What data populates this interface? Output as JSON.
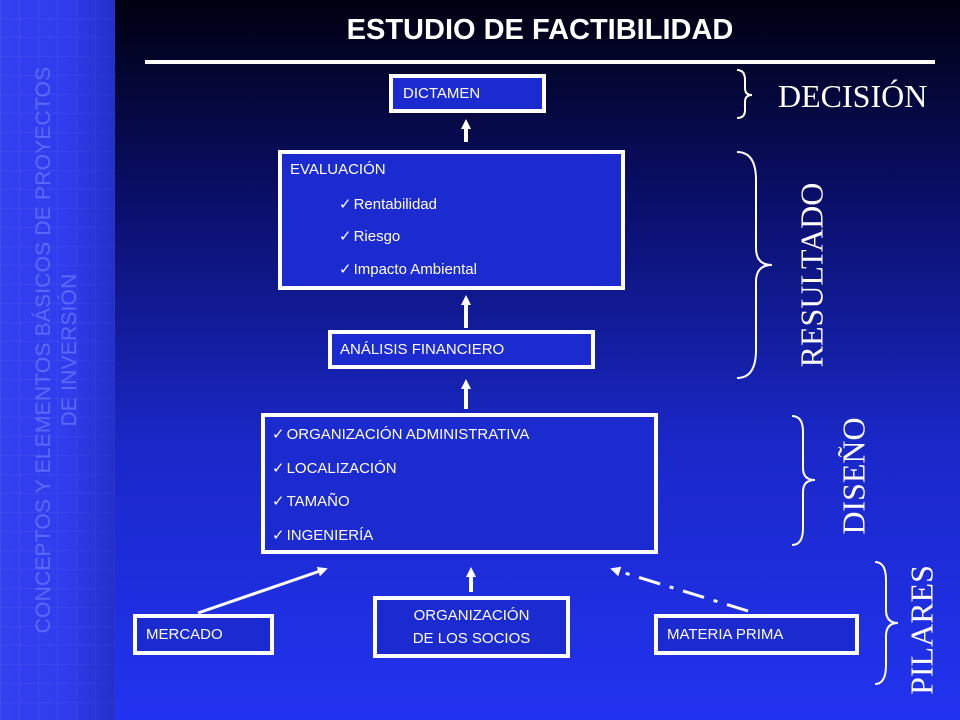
{
  "sidebar": {
    "text_line1": "CONCEPTOS Y ELEMENTOS BÁSICOS DE PROYECTOS",
    "text_line2": "DE INVERSIÓN"
  },
  "title": "ESTUDIO DE FACTIBILIDAD",
  "boxes": {
    "dictamen": "DICTAMEN",
    "evaluacion": {
      "heading": "EVALUACIÓN",
      "items": [
        "Rentabilidad",
        "Riesgo",
        "Impacto Ambiental"
      ]
    },
    "analisis": "ANÁLISIS FINANCIERO",
    "diseno": {
      "items": [
        "ORGANIZACIÓN ADMINISTRATIVA",
        "LOCALIZACIÓN",
        "TAMAÑO",
        "INGENIERÍA"
      ]
    },
    "mercado": "MERCADO",
    "socios": {
      "line1": "ORGANIZACIÓN",
      "line2": "DE LOS SOCIOS"
    },
    "materia": "MATERIA PRIMA"
  },
  "check_glyph": "✓",
  "labels": {
    "decision": "DECISIÓN",
    "resultado": "RESULTADO",
    "diseno": "DISEÑO",
    "pilares": "PILARES"
  },
  "colors": {
    "box_fill": "#1c2bd0",
    "border": "#ffffff",
    "sidebar_text": "#5b6bff"
  }
}
